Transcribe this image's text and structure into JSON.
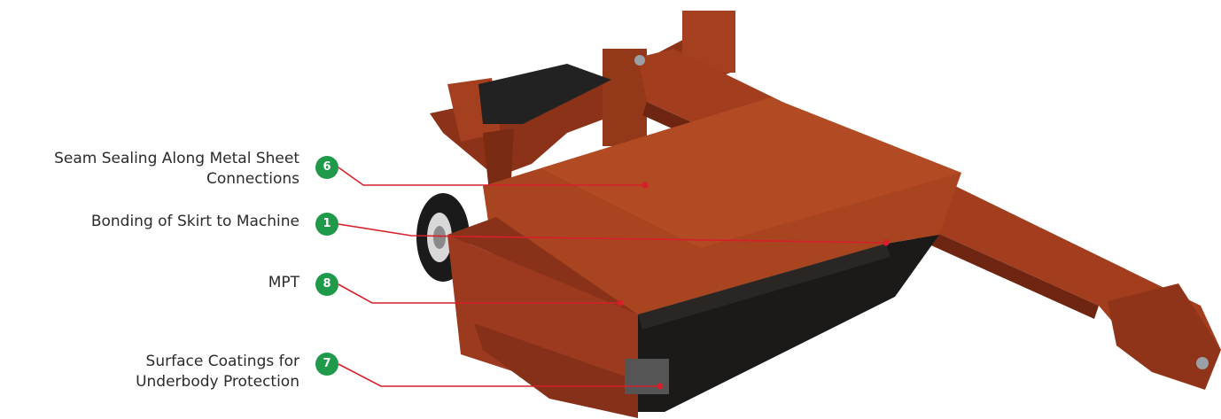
{
  "colors": {
    "machine_body": "#9b3a1f",
    "machine_dark": "#6e2612",
    "skirt": "#1c1a19",
    "leader_line": "#d61f2b",
    "badge": "#1f9a4a"
  },
  "callouts": [
    {
      "number": "6",
      "lines": [
        "Seam Sealing Along Metal Sheet",
        "Connections"
      ]
    },
    {
      "number": "1",
      "lines": [
        "Bonding of Skirt to Machine"
      ]
    },
    {
      "number": "8",
      "lines": [
        "MPT"
      ]
    },
    {
      "number": "7",
      "lines": [
        "Surface Coatings for",
        "Underbody Protection"
      ]
    }
  ]
}
